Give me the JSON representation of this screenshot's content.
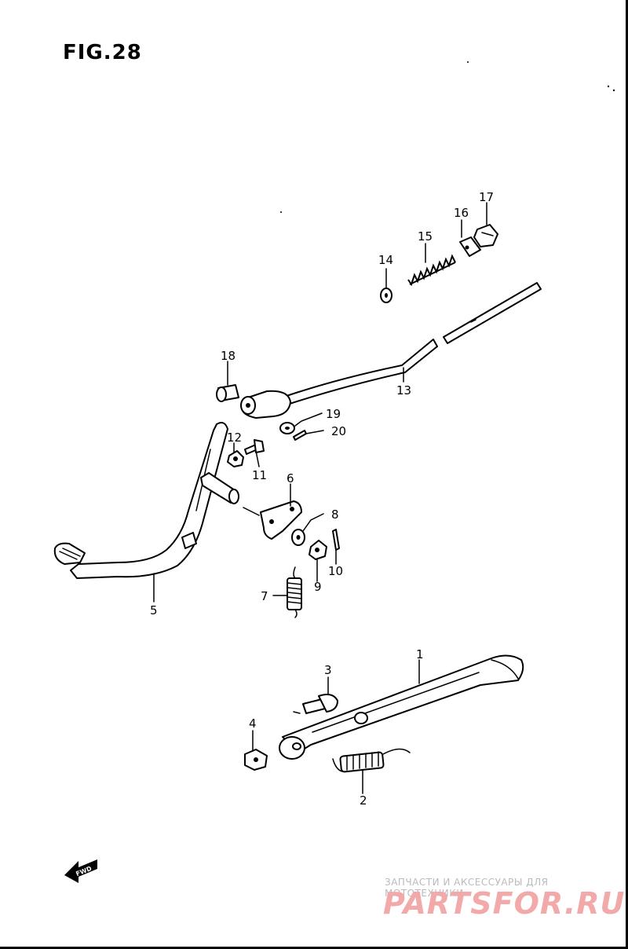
{
  "figure_title": "FIG.28",
  "fwd_label": "FWD",
  "callouts": [
    "1",
    "2",
    "3",
    "4",
    "5",
    "6",
    "7",
    "8",
    "9",
    "10",
    "11",
    "12",
    "13",
    "14",
    "15",
    "16",
    "17",
    "18",
    "19",
    "20"
  ],
  "watermark": {
    "tagline": "ЗАПЧАСТИ И АКСЕССУАРЫ ДЛЯ МОТОТЕХНИКИ",
    "logo": "PARTSFOR.RU",
    "logo_color": "#f2a9a9"
  }
}
